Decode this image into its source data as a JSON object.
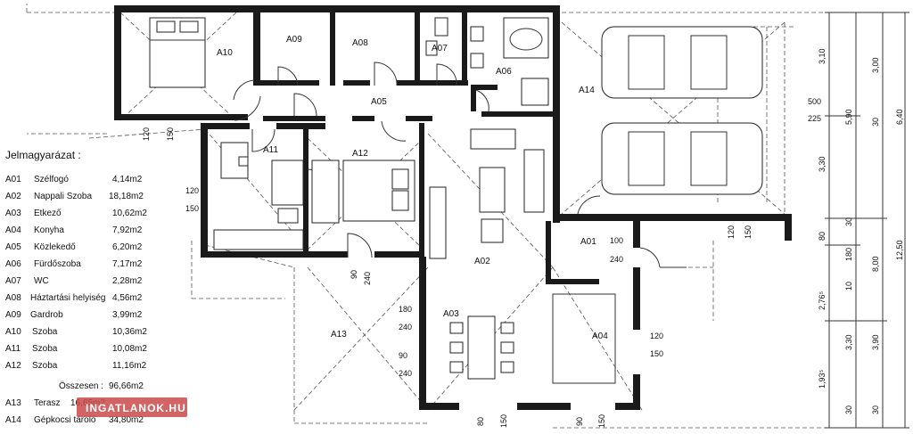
{
  "rooms": {
    "a10": "A10",
    "a09": "A09",
    "a08": "A08",
    "a07": "A07",
    "a06": "A06",
    "a05": "A05",
    "a14": "A14",
    "a11": "A11",
    "a12": "A12",
    "a02": "A02",
    "a01": "A01",
    "a03": "A03",
    "a04": "A04",
    "a13": "A13"
  },
  "openings": {
    "w_a10": [
      "120",
      "150"
    ],
    "w_a11": [
      "120",
      "150"
    ],
    "d_a12": [
      "90",
      "240"
    ],
    "w_garage": [
      "120",
      "150"
    ],
    "d_a01": [
      "100",
      "240"
    ],
    "d_a03_top": [
      "180",
      "240"
    ],
    "d_a03_bot": [
      "90",
      "240"
    ],
    "w_a04": [
      "120",
      "150"
    ],
    "w_bottom_1": [
      "80",
      "150"
    ],
    "w_bottom_2": [
      "90",
      "150"
    ],
    "garage_door": [
      "500",
      "225"
    ]
  },
  "dimensions_right": {
    "col1": [
      "3,10",
      "3,30",
      "80",
      "2,76⁵",
      "1,93⁵"
    ],
    "col2": [
      "5,90",
      "30",
      "180",
      "10",
      "3,30",
      "30"
    ],
    "col3": [
      "3,00",
      "30",
      "8,00",
      "3,90",
      "30"
    ],
    "col4": [
      "6,40",
      "12,50"
    ]
  },
  "legend": {
    "title": "Jelmagyarázat :",
    "items": [
      {
        "code": "A01",
        "name": "Szélfogó",
        "area": "4,14m2"
      },
      {
        "code": "A02",
        "name": "Nappali Szoba",
        "area": "18,18m2"
      },
      {
        "code": "A03",
        "name": "Etkező",
        "area": "10,62m2"
      },
      {
        "code": "A04",
        "name": "Konyha",
        "area": "7,92m2"
      },
      {
        "code": "A05",
        "name": "Közlekedő",
        "area": "6,20m2"
      },
      {
        "code": "A06",
        "name": "Fürdőszoba",
        "area": "7,17m2"
      },
      {
        "code": "A07",
        "name": "WC",
        "area": "2,28m2"
      },
      {
        "code": "A08",
        "name": "Háztartási helyiség",
        "area": "4,56m2"
      },
      {
        "code": "A09",
        "name": "Gardrob",
        "area": "3,99m2"
      },
      {
        "code": "A10",
        "name": "Szoba",
        "area": "10,36m2"
      },
      {
        "code": "A11",
        "name": "Szoba",
        "area": "10,08m2"
      },
      {
        "code": "A12",
        "name": "Szoba",
        "area": "11,16m2"
      }
    ],
    "total_label": "Összesen :",
    "total_value": "96,66m2",
    "extra": [
      {
        "code": "A13",
        "name": "Terasz",
        "area": "16,65m2"
      },
      {
        "code": "A14",
        "name": "Gépkocsi tároló",
        "area": "34,80m2"
      }
    ]
  },
  "watermark": "INGATLANOK.HU"
}
